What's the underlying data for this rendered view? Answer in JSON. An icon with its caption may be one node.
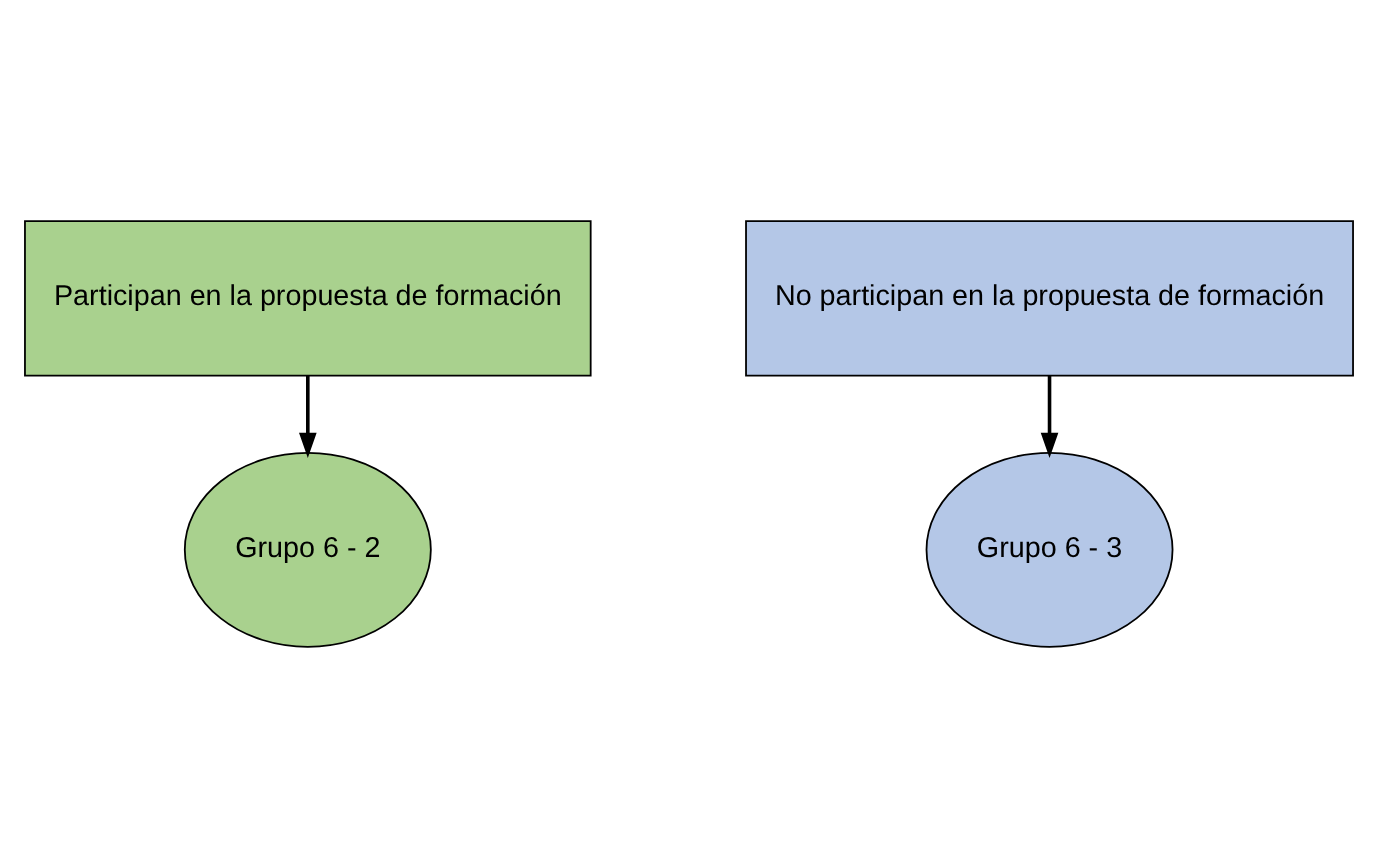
{
  "diagram": {
    "nodes": [
      {
        "text": [
          "Participan en la propuesta de formación"
        ]
      },
      {
        "text": [
          "Grupo 6 - 2"
        ]
      },
      {
        "text": [
          "No participan en la propuesta de formación"
        ]
      },
      {
        "text": [
          "Grupo 6 - 3"
        ]
      }
    ],
    "edges": [
      {
        "from": 0,
        "to": 1,
        "arrow": "to"
      },
      {
        "from": 2,
        "to": 3,
        "arrow": "to"
      }
    ]
  }
}
